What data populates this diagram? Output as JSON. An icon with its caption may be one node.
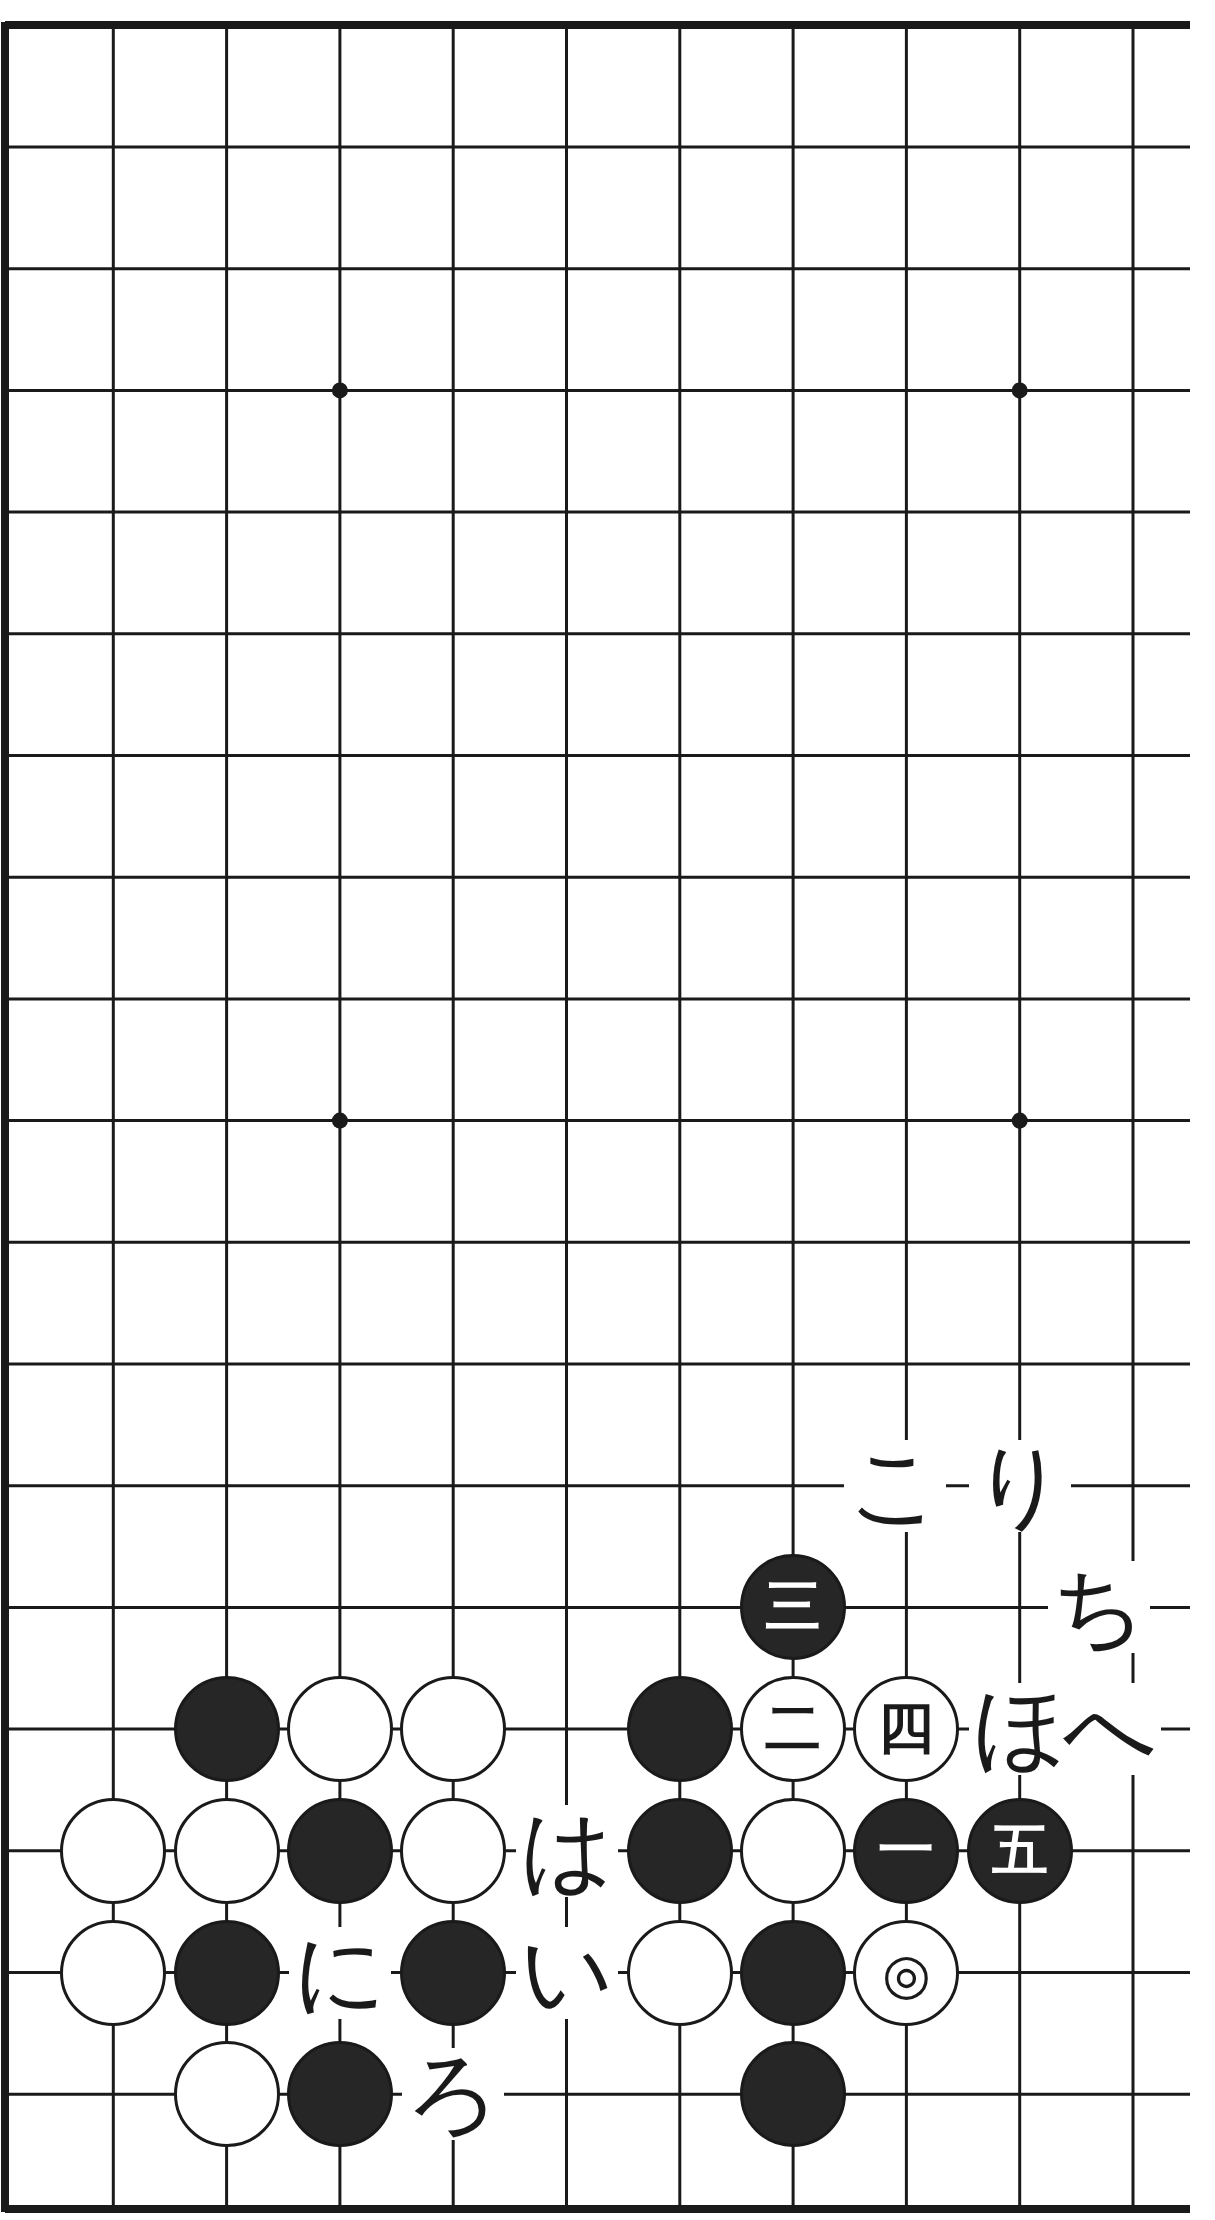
{
  "diagram": {
    "nodes": [
      {
        "text": [
          "三"
        ]
      },
      {
        "text": [],
        "shape": "circle"
      },
      {
        "text": [],
        "shape": "circle"
      },
      {
        "text": [],
        "shape": "circle"
      },
      {
        "text": [],
        "shape": "circle"
      },
      {
        "text": [
          "二"
        ]
      },
      {
        "text": [
          "四"
        ]
      },
      {
        "text": [],
        "shape": "circle"
      },
      {
        "text": [],
        "shape": "circle"
      },
      {
        "text": [],
        "shape": "circle"
      },
      {
        "text": [],
        "shape": "circle"
      },
      {
        "text": [],
        "shape": "circle"
      },
      {
        "text": [],
        "shape": "circle"
      },
      {
        "text": [
          "一"
        ]
      },
      {
        "text": [
          "五"
        ]
      },
      {
        "text": [],
        "shape": "circle"
      },
      {
        "text": [],
        "shape": "circle"
      },
      {
        "text": [],
        "shape": "circle"
      },
      {
        "text": [],
        "shape": "circle"
      },
      {
        "text": [],
        "shape": "circle"
      },
      {
        "text": [
          "◎"
        ]
      },
      {
        "text": [],
        "shape": "circle"
      },
      {
        "text": [],
        "shape": "circle"
      },
      {
        "text": [],
        "shape": "circle"
      }
    ],
    "labels": [
      "こ",
      "り",
      "ち",
      "ほ",
      "へ",
      "は",
      "に",
      "い",
      "ろ"
    ]
  }
}
